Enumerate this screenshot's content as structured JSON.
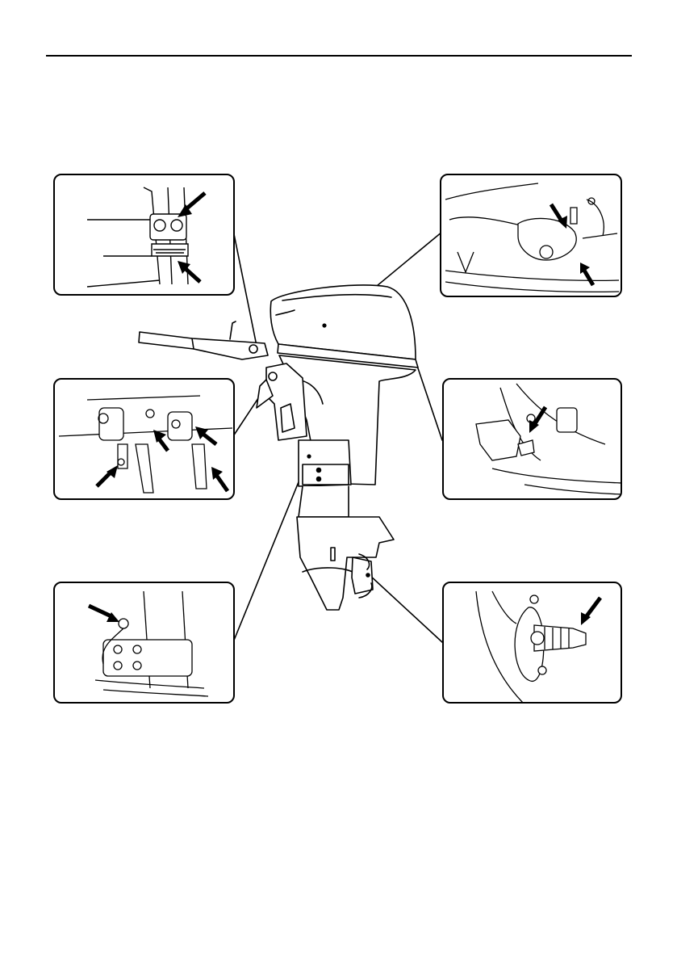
{
  "figure": {
    "kind": "outboard-motor-lubrication-points-illustration",
    "icons": [
      "arrow-icon",
      "leader-line",
      "outboard-motor-drawing"
    ],
    "colors": {
      "ink": "#000000",
      "paper": "#ffffff"
    }
  }
}
